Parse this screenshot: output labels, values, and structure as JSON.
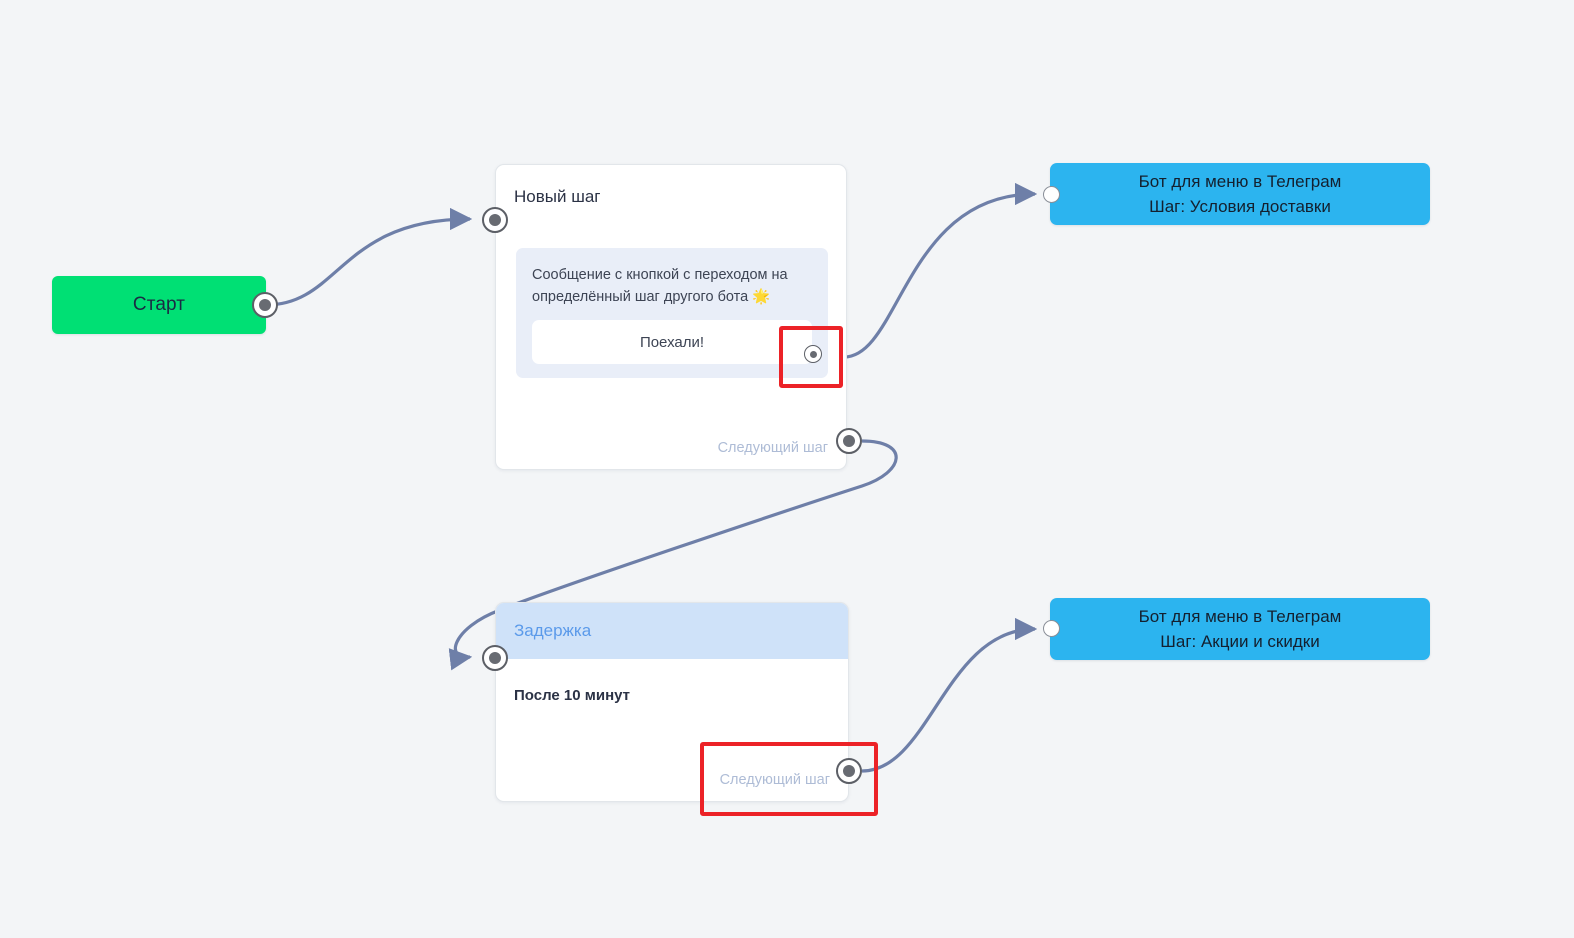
{
  "canvas": {
    "background_color": "#f3f5f7",
    "edge_color": "#6e7fa8"
  },
  "nodes": {
    "start": {
      "label": "Старт",
      "color": "#00e074",
      "handle_name": "start-output-handle"
    },
    "step_card": {
      "title": "Новый шаг",
      "message": {
        "text": "Сообщение с кнопкой с переходом на определённый шаг другого бота 🌟",
        "bubble_color": "#e9eef8",
        "button_label": "Поехали!"
      },
      "next_step_label": "Следующий шаг"
    },
    "delay_card": {
      "header_label": "Задержка",
      "header_color": "#cfe2f9",
      "header_text_color": "#5b9aea",
      "body_text": "После 10 минут",
      "next_step_label": "Следующий шаг"
    },
    "bot_node_1": {
      "line1": "Бот для меню в Телеграм",
      "line2": "Шаг: Условия доставки",
      "color": "#2cb4ef"
    },
    "bot_node_2": {
      "line1": "Бот для меню в Телеграм",
      "line2": "Шаг: Акции и скидки",
      "color": "#2cb4ef"
    }
  },
  "highlights": {
    "color": "#ec2227",
    "button_handle_label": "button-transition-handle",
    "next_step_handle_label": "next-step-handle"
  }
}
